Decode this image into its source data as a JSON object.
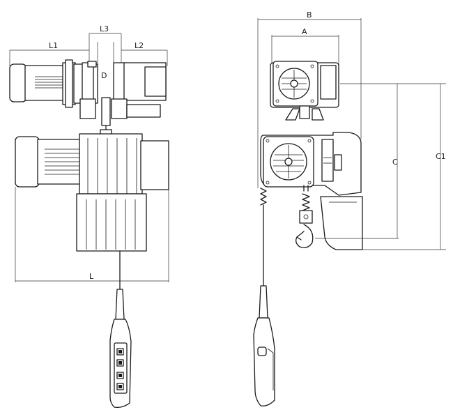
{
  "dimensions": {
    "L1": "L1",
    "L2": "L2",
    "L3": "L3",
    "L": "L",
    "A": "A",
    "B": "B",
    "C": "C",
    "C1": "C1",
    "D": "D"
  }
}
